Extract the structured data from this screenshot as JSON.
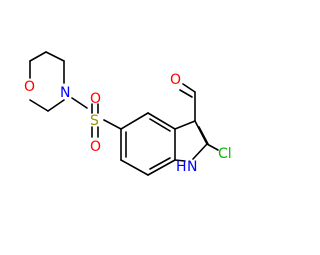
{
  "atoms": {
    "o_morpholine": "O",
    "n_morpholine": "N",
    "s": "S",
    "o_s_top": "O",
    "o_s_bottom": "O",
    "o_aldehyde": "O",
    "cl": "Cl",
    "nh": "H",
    "nh_n": "N"
  },
  "colors": {
    "bond": "#000000",
    "oxygen": "#ff0000",
    "nitrogen": "#0000ff",
    "sulfur": "#999900",
    "chlorine": "#00bb00"
  }
}
